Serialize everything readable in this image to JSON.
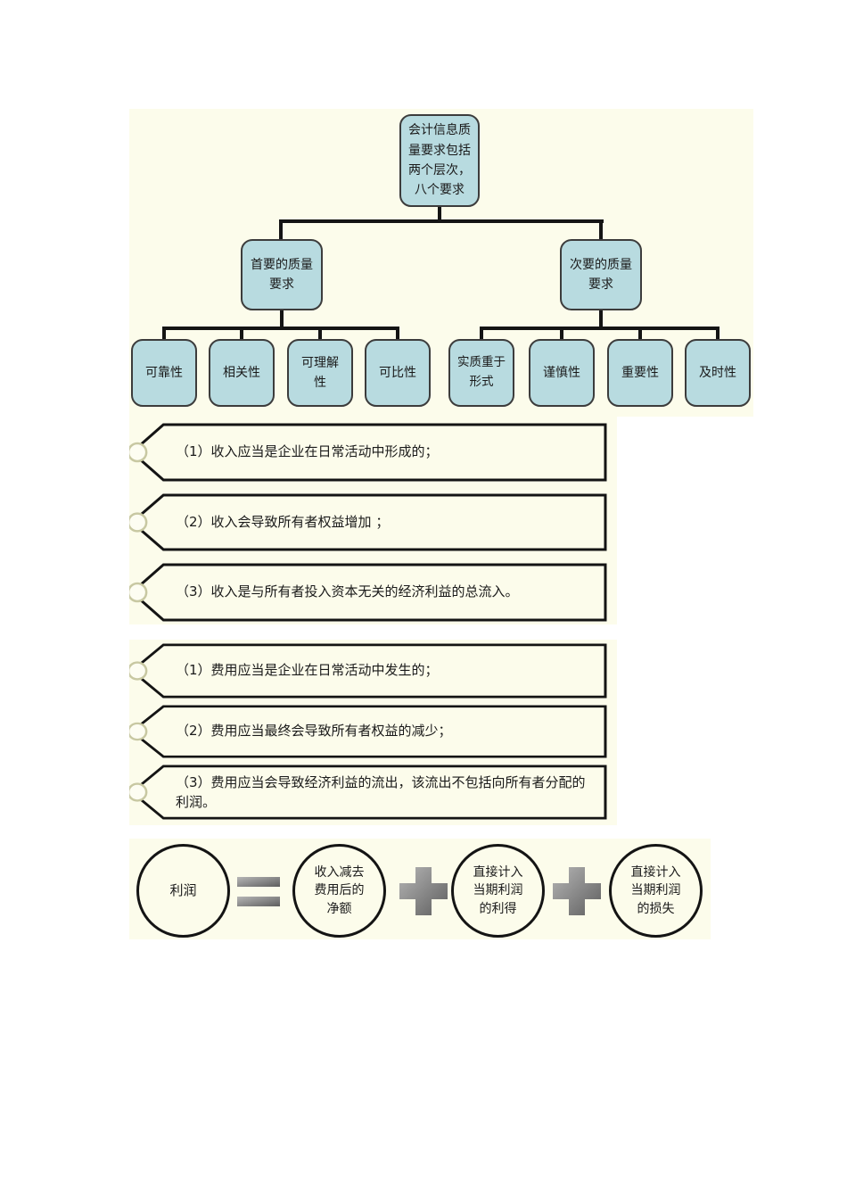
{
  "tree": {
    "root_label": "会计信息质量要求包括两个层次，八个要求",
    "left_branch": {
      "label": "首要的质量要求",
      "leaves": [
        "可靠性",
        "相关性",
        "可理解性",
        "可比性"
      ]
    },
    "right_branch": {
      "label": "次要的质量要求",
      "leaves": [
        "实质重于形式",
        "谨慎性",
        "重要性",
        "及时性"
      ]
    }
  },
  "revenue_notes": {
    "items": [
      "（1）收入应当是企业在日常活动中形成的；",
      "（2）收入会导致所有者权益增加 ；",
      "（3）收入是与所有者投入资本无关的经济利益的总流入。"
    ]
  },
  "expense_notes": {
    "items": [
      "（1）费用应当是企业在日常活动中发生的；",
      "（2）费用应当最终会导致所有者权益的减少；",
      "（3）费用应当会导致经济利益的流出，该流出不包括向所有者分配的利润。"
    ]
  },
  "formula": {
    "result": "利润",
    "operator_equals": "=",
    "operator_plus": "+",
    "terms": [
      "收入减去费用后的净额",
      "直接计入当期利润的利得",
      "直接计入当期利润的损失"
    ]
  },
  "icons": {
    "equals": "equals-icon",
    "plus": "plus-icon",
    "tag_ring": "tag-ring-icon"
  },
  "colors": {
    "panel_bg": "#fcfceb",
    "node_fill": "#b8dbe0",
    "node_border": "#3c3c3c",
    "connector": "#141414",
    "tag_ring_border": "#c8c8a2",
    "operator_gray_light": "#b6b6b6",
    "operator_gray_dark": "#5e5e5e"
  }
}
